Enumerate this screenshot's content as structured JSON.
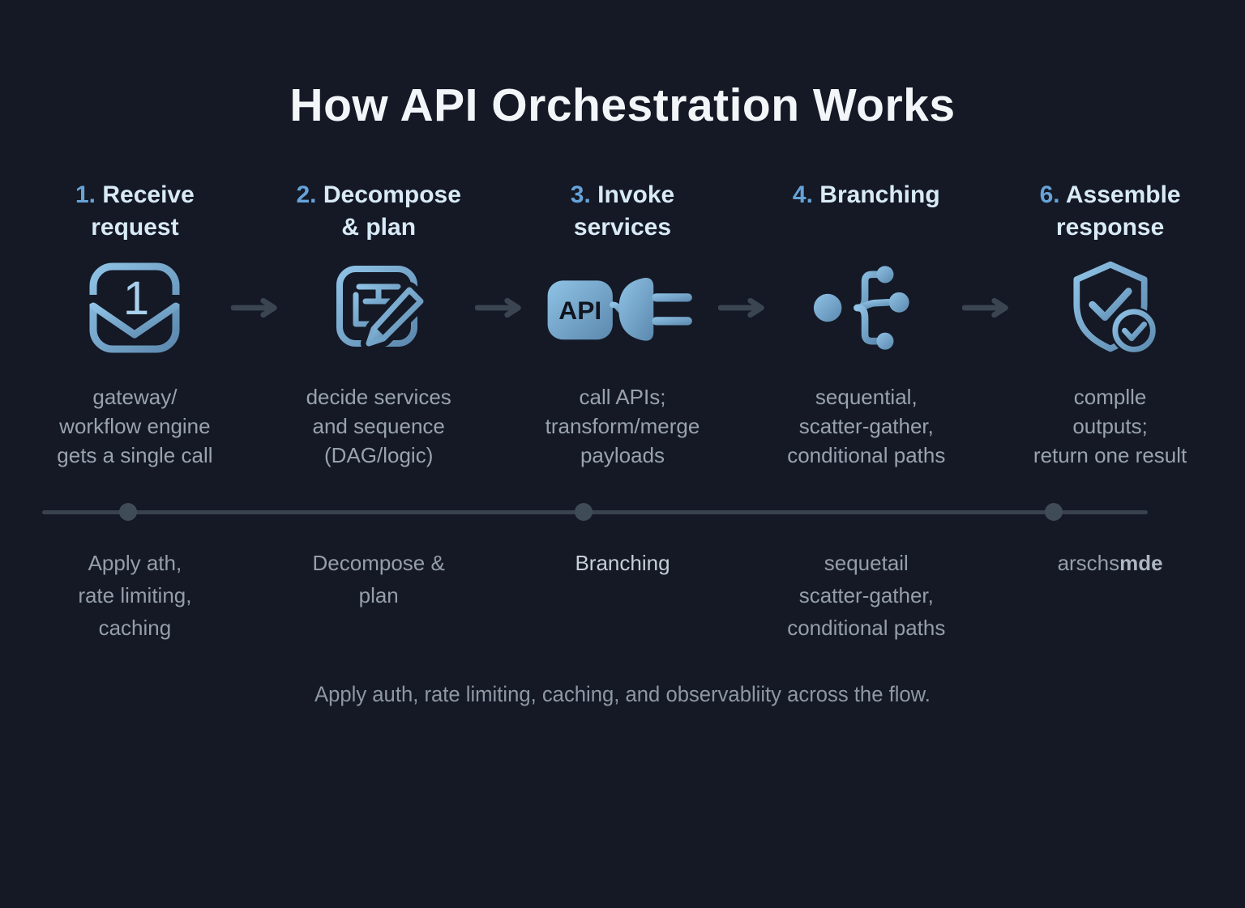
{
  "title": "How API Orchestration Works",
  "steps": [
    {
      "number": "1.",
      "title": "Receive\nrequest",
      "icon": "inbox-request-icon",
      "icon_badge": "1",
      "description": "gateway/\nworkflow engine\ngets a single call"
    },
    {
      "number": "2.",
      "title": "Decompose\n& plan",
      "icon": "plan-edit-icon",
      "description": "decide services\nand sequence\n(DAG/logic)"
    },
    {
      "number": "3.",
      "title": "Invoke\nservices",
      "icon": "api-plug-icon",
      "api_label": "API",
      "description": "call APIs;\ntransform/merge\npayloads"
    },
    {
      "number": "4.",
      "title": "Branching",
      "icon": "branching-icon",
      "description": "sequential,\nscatter-gather,\nconditional paths"
    },
    {
      "number": "6.",
      "title": "Assemble\nresponse",
      "icon": "shield-check-icon",
      "description": "complle\noutputs;\nreturn one result"
    }
  ],
  "timeline": {
    "labels": [
      {
        "text": "Apply ath,\nrate limiting,\ncaching"
      },
      {
        "text": "Decompose &\nplan"
      },
      {
        "text": "Branching"
      },
      {
        "text": "sequetail\nscatter-gather,\nconditional paths"
      },
      {
        "text": "arschs",
        "bold_suffix": "mde"
      }
    ]
  },
  "footer": "Apply auth, rate limiting, caching, and observabliity across the flow.",
  "colors": {
    "background": "#141925",
    "icon_blue_light": "#8fc3e6",
    "icon_blue_dark": "#5c88ae",
    "step_number_blue": "#66a3d9",
    "step_title": "#d9eaf7",
    "description_gray": "#99a3ae",
    "timeline_gray": "#39434f",
    "footer_gray": "#8e98a3"
  }
}
